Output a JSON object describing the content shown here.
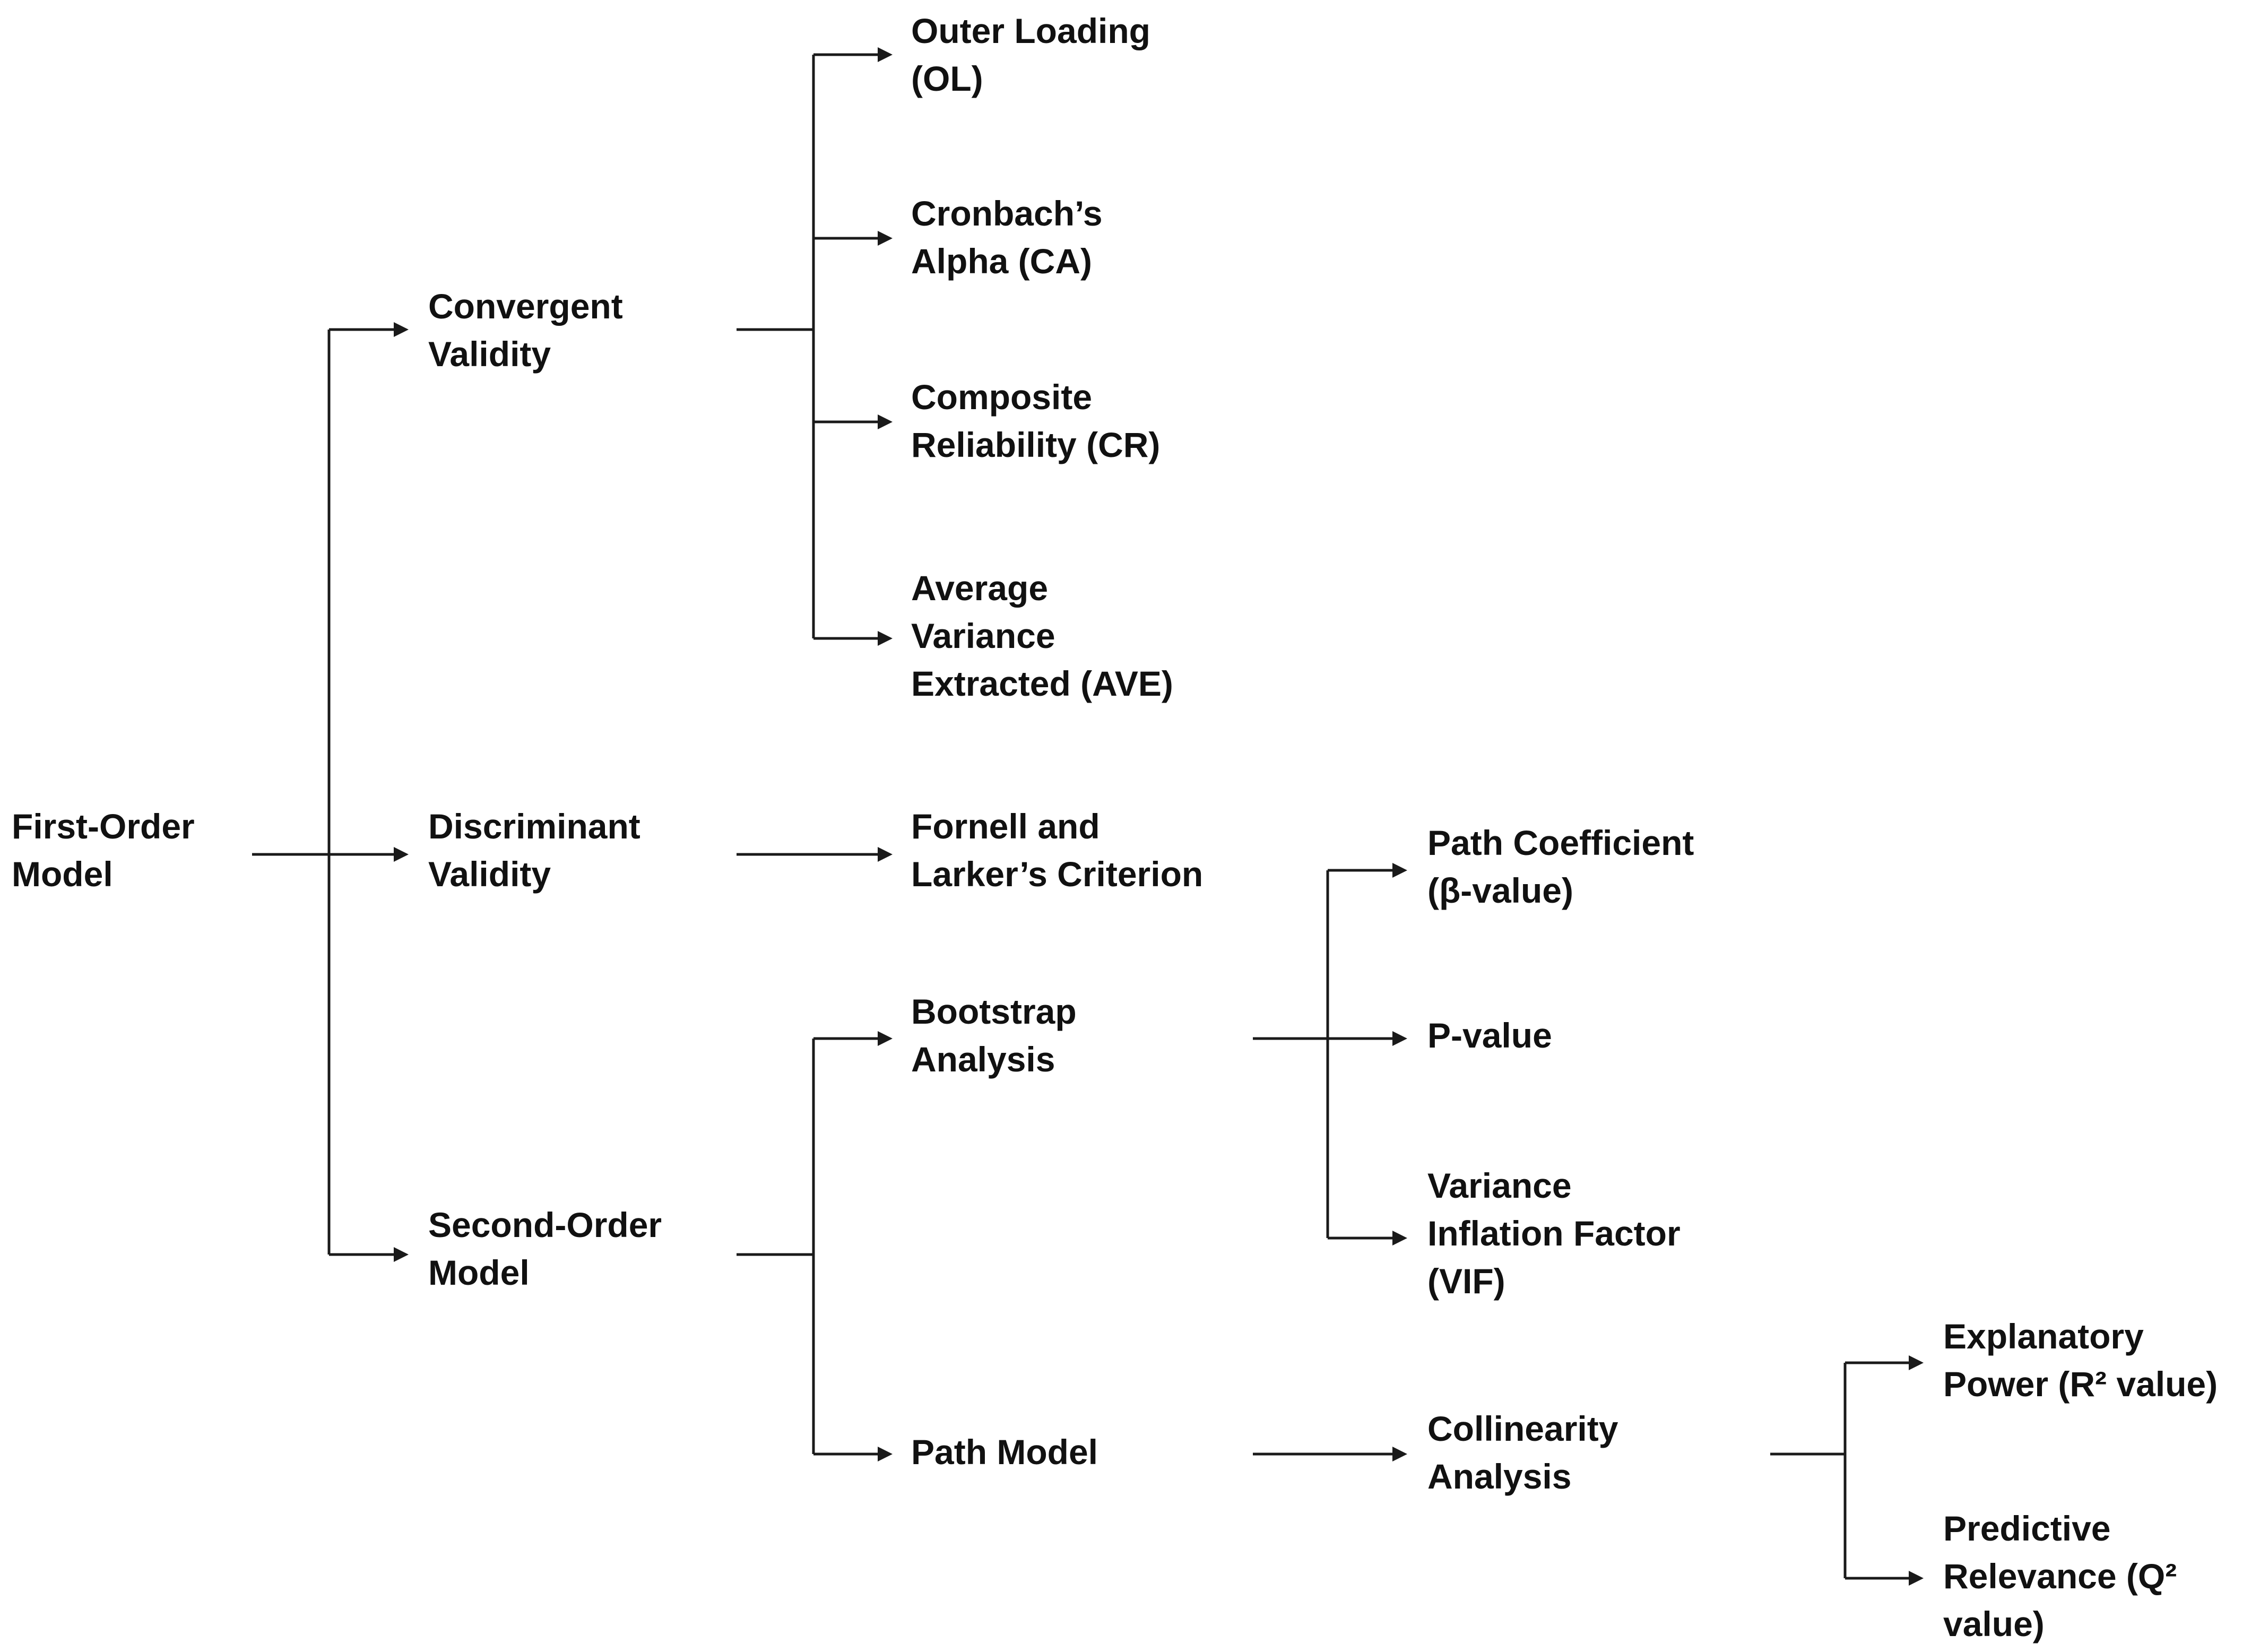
{
  "diagram": {
    "nodes": {
      "first_order_model": [
        "First-Order",
        "Model"
      ],
      "convergent_validity": [
        "Convergent",
        "Validity"
      ],
      "discriminant_validity": [
        "Discriminant",
        "Validity"
      ],
      "second_order_model": [
        "Second-Order",
        "Model"
      ],
      "outer_loading": [
        "Outer Loading",
        "(OL)"
      ],
      "cronbachs_alpha": [
        "Cronbach’s",
        "Alpha (CA)"
      ],
      "composite_reliability": [
        "Composite",
        "Reliability (CR)"
      ],
      "average_variance_extracted": [
        "Average",
        "Variance",
        "Extracted (AVE)"
      ],
      "fornell_larker": [
        "Fornell and",
        "Larker’s Criterion"
      ],
      "bootstrap_analysis": [
        "Bootstrap",
        "Analysis"
      ],
      "path_model": [
        "Path Model"
      ],
      "path_coefficient": [
        "Path Coefficient",
        "(β-value)"
      ],
      "p_value": [
        "P-value"
      ],
      "variance_inflation_factor": [
        "Variance",
        "Inflation Factor",
        "(VIF)"
      ],
      "collinearity_analysis": [
        "Collinearity",
        "Analysis"
      ],
      "explanatory_power": [
        "Explanatory",
        "Power (R² value)"
      ],
      "predictive_relevance": [
        "Predictive",
        "Relevance (Q²",
        "value)"
      ]
    },
    "edges": [
      [
        "first_order_model",
        "convergent_validity"
      ],
      [
        "first_order_model",
        "discriminant_validity"
      ],
      [
        "first_order_model",
        "second_order_model"
      ],
      [
        "convergent_validity",
        "outer_loading"
      ],
      [
        "convergent_validity",
        "cronbachs_alpha"
      ],
      [
        "convergent_validity",
        "composite_reliability"
      ],
      [
        "convergent_validity",
        "average_variance_extracted"
      ],
      [
        "discriminant_validity",
        "fornell_larker"
      ],
      [
        "second_order_model",
        "bootstrap_analysis"
      ],
      [
        "second_order_model",
        "path_model"
      ],
      [
        "bootstrap_analysis",
        "path_coefficient"
      ],
      [
        "bootstrap_analysis",
        "p_value"
      ],
      [
        "bootstrap_analysis",
        "variance_inflation_factor"
      ],
      [
        "path_model",
        "collinearity_analysis"
      ],
      [
        "collinearity_analysis",
        "explanatory_power"
      ],
      [
        "collinearity_analysis",
        "predictive_relevance"
      ]
    ]
  }
}
